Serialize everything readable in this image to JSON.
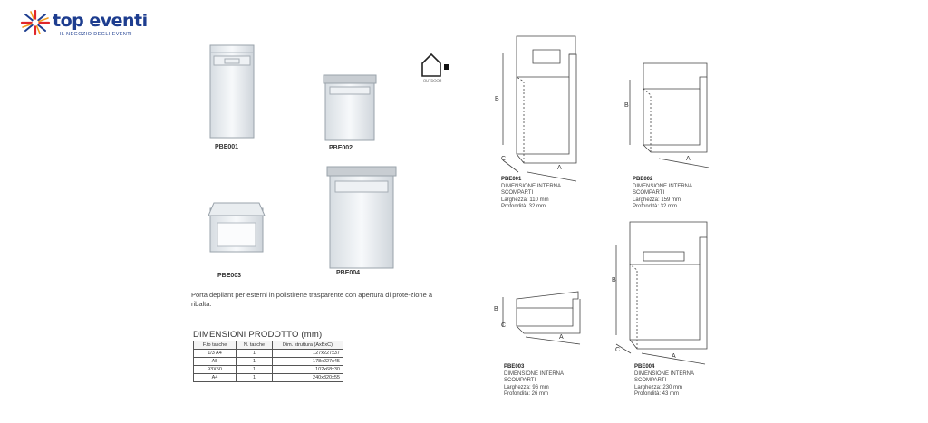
{
  "brand": {
    "name": "top eventi",
    "tagline": "IL NEGOZIO DEGLI EVENTI"
  },
  "photos": [
    {
      "code": "PBE001"
    },
    {
      "code": "PBE002"
    },
    {
      "code": "PBE003"
    },
    {
      "code": "PBE004"
    }
  ],
  "outdoor_label": "OUTDOOR",
  "description": "Porta depliant per esterni in polistirene trasparente con apertura di prote-zione a ribalta.",
  "dimensions": {
    "title": "DIMENSIONI PRODOTTO (mm)",
    "headers": [
      "F.to tasche",
      "N. tasche",
      "Dim. struttura (AxBxC)"
    ],
    "rows": [
      [
        "1/3 A4",
        "1",
        "127x227x37"
      ],
      [
        "A5",
        "1",
        "178x227x45"
      ],
      [
        "93X50",
        "1",
        "102x68x30"
      ],
      [
        "A4",
        "1",
        "240x320x55"
      ]
    ]
  },
  "axes": {
    "a": "A",
    "b": "B",
    "c": "C"
  },
  "specs": [
    {
      "code": "PBE001",
      "l1": "DIMENSIONE INTERNA",
      "l2": "SCOMPARTI",
      "l3": "Larghezza: 110 mm",
      "l4": "Profondità: 32 mm"
    },
    {
      "code": "PBE002",
      "l1": "DIMENSIONE INTERNA",
      "l2": "SCOMPARTI",
      "l3": "Larghezza: 159 mm",
      "l4": "Profondità: 32 mm"
    },
    {
      "code": "PBE003",
      "l1": "DIMENSIONE INTERNA",
      "l2": "SCOMPARTI",
      "l3": "Larghezza: 96 mm",
      "l4": "Profondità: 26 mm"
    },
    {
      "code": "PBE004",
      "l1": "DIMENSIONE INTERNA",
      "l2": "SCOMPARTI",
      "l3": "Larghezza: 230 mm",
      "l4": "Profondità: 43 mm"
    }
  ]
}
